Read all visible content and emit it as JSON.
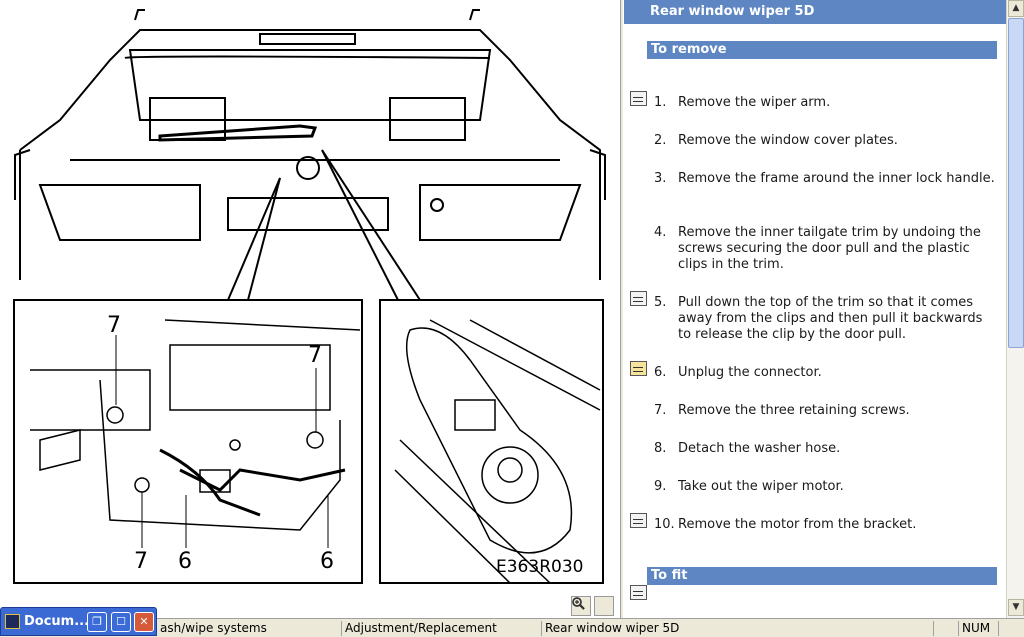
{
  "illustration": {
    "caption": "E363R030",
    "callouts": [
      "7",
      "7",
      "7",
      "6",
      "6"
    ],
    "zoom_in_icon": "zoom-in-icon",
    "zoom_out_icon": "zoom-out-icon"
  },
  "document": {
    "title": "Rear window wiper 5D",
    "section_remove": "To remove",
    "section_fit": "To fit",
    "steps": [
      {
        "num": "1.",
        "text": "Remove the wiper arm.",
        "icon": true
      },
      {
        "num": "2.",
        "text": "Remove the window cover plates.",
        "icon": false
      },
      {
        "num": "3.",
        "text": "Remove the frame around the inner lock handle.",
        "icon": false
      },
      {
        "num": "4.",
        "text": "Remove the inner tailgate trim by undoing the screws securing the door pull and the plastic clips in the trim.",
        "icon": false
      },
      {
        "num": "5.",
        "text": "Pull down the top of the trim so that it comes away from the clips and then pull it backwards to release the clip by the door pull.",
        "icon": true
      },
      {
        "num": "6.",
        "text": "Unplug the connector.",
        "icon": true,
        "active": true
      },
      {
        "num": "7.",
        "text": "Remove the three retaining screws.",
        "icon": false
      },
      {
        "num": "8.",
        "text": "Detach the washer hose.",
        "icon": false
      },
      {
        "num": "9.",
        "text": "Take out the wiper motor.",
        "icon": false
      },
      {
        "num": "10.",
        "text": "Remove the motor from the bracket.",
        "icon": true
      }
    ]
  },
  "minimized_window": {
    "label": "Docum..."
  },
  "statusbar": {
    "section": "ash/wipe systems",
    "mode": "Adjustment/Replacement",
    "topic": "Rear window wiper 5D",
    "num": "NUM"
  }
}
